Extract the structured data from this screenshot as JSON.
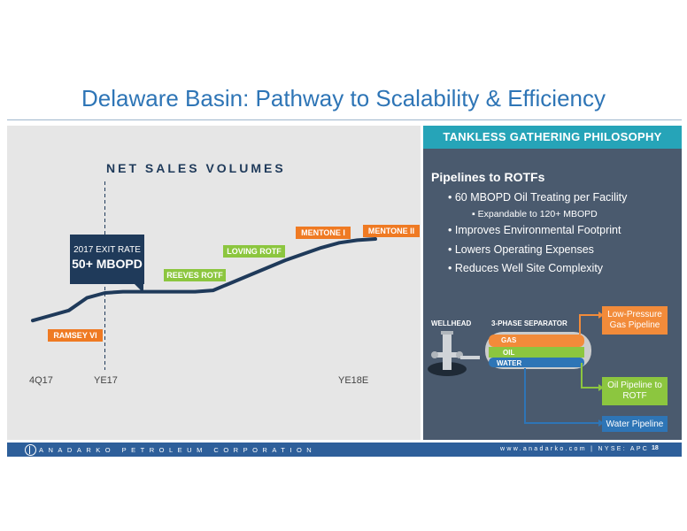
{
  "slide": {
    "title": "Delaware Basin: Pathway to Scalability & Efficiency"
  },
  "left": {
    "chart_title": "NET SALES VOLUMES",
    "exit_box": {
      "line1": "2017 EXIT RATE",
      "line2": "50+ MBOPD"
    },
    "callouts": {
      "ramsey": "RAMSEY VI",
      "reeves": "REEVES ROTF",
      "loving": "LOVING ROTF",
      "mentone1": "MENTONE I",
      "mentone2": "MENTONE II"
    },
    "xticks": [
      "4Q17",
      "YE17",
      "YE18E"
    ]
  },
  "chart_data": {
    "type": "line",
    "title": "NET SALES VOLUMES",
    "x_ticks": [
      "4Q17",
      "YE17",
      "YE18E"
    ],
    "series": [
      {
        "values": [
          [
            0,
            2
          ],
          [
            4,
            6
          ],
          [
            8,
            10
          ],
          [
            12,
            20
          ],
          [
            16,
            24
          ],
          [
            20,
            25
          ],
          [
            25,
            25
          ],
          [
            30,
            25
          ],
          [
            36,
            25
          ],
          [
            40,
            26
          ],
          [
            44,
            32
          ],
          [
            48,
            38
          ],
          [
            52,
            44
          ],
          [
            56,
            50
          ],
          [
            60,
            55
          ],
          [
            64,
            60
          ],
          [
            68,
            64
          ],
          [
            72,
            66
          ],
          [
            76,
            67
          ]
        ]
      }
    ],
    "markers": {
      "ye17_x": 16
    },
    "colors": {
      "line": "#1f3a5a",
      "marker": "#1f3a5a"
    },
    "grid": false
  },
  "right": {
    "header": "TANKLESS GATHERING PHILOSOPHY",
    "pipelines_title": "Pipelines to ROTFs",
    "bullets": [
      "60 MBOPD Oil Treating per Facility",
      "Improves Environmental Footprint",
      "Lowers Operating Expenses",
      "Reduces Well Site Complexity"
    ],
    "subbullet": "Expandable to 120+ MBOPD",
    "diagram": {
      "wellhead": "WELLHEAD",
      "separator": "3-PHASE SEPARATOR",
      "gas": "GAS",
      "oil": "OIL",
      "water": "WATER",
      "low_pressure": "Low-Pressure Gas Pipeline",
      "oil_pipeline": "Oil Pipeline to ROTF",
      "water_pipeline": "Water Pipeline"
    }
  },
  "footer": {
    "company": "ANADARKO PETROLEUM CORPORATION",
    "right": "www.anadarko.com | NYSE: APC",
    "page": "18"
  },
  "colors": {
    "title_blue": "#2e75b6",
    "navy": "#1f3a5a",
    "orange": "#ef7a23",
    "green": "#8cc63f",
    "teal": "#26a4b8",
    "panel": "#4a5a6e",
    "footer": "#2e5f9a"
  }
}
